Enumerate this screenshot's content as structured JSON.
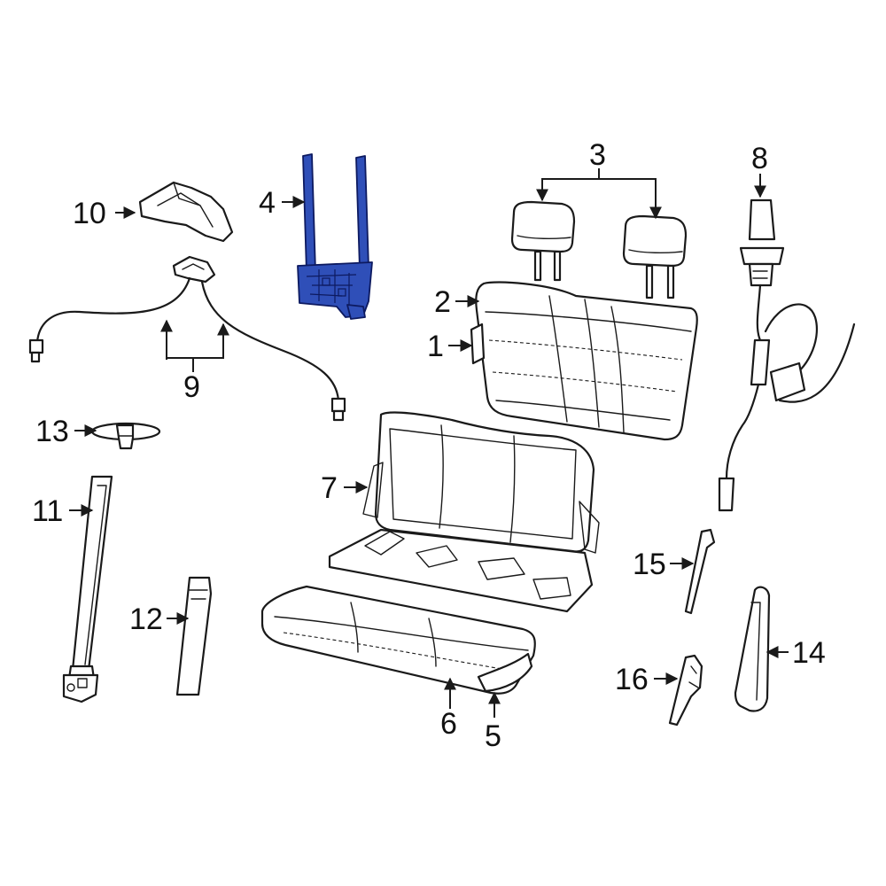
{
  "diagram": {
    "accent_color": "#2f4fb8",
    "highlighted_part": "4",
    "callouts": [
      "1",
      "2",
      "3",
      "4",
      "5",
      "6",
      "7",
      "8",
      "9",
      "10",
      "11",
      "12",
      "13",
      "14",
      "15",
      "16"
    ]
  }
}
